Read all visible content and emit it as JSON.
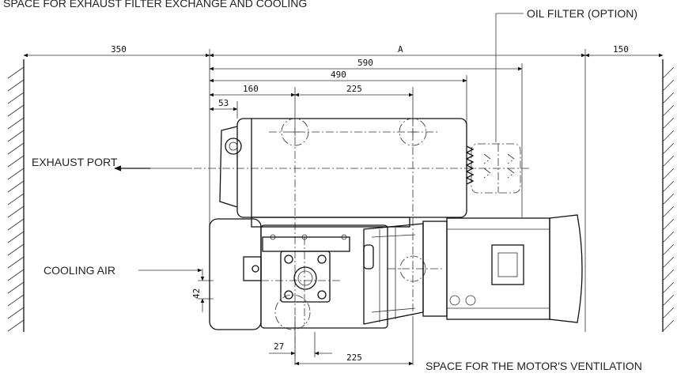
{
  "labels": {
    "top_note": "SPACE FOR EXHAUST FILTER EXCHANGE AND COOLING",
    "oil_filter": "OIL FILTER (OPTION)",
    "exhaust_port": "EXHAUST PORT",
    "cooling_air": "COOLING AIR",
    "motor_ventilation": "SPACE FOR THE MOTOR'S VENTILATION"
  },
  "dimensions": {
    "left_clearance": "350",
    "overall": "A",
    "right_clearance": "150",
    "d590": "590",
    "d490": "490",
    "d160": "160",
    "d225_top": "225",
    "d53": "53",
    "d42": "42",
    "d27": "27",
    "d225_bottom": "225"
  }
}
